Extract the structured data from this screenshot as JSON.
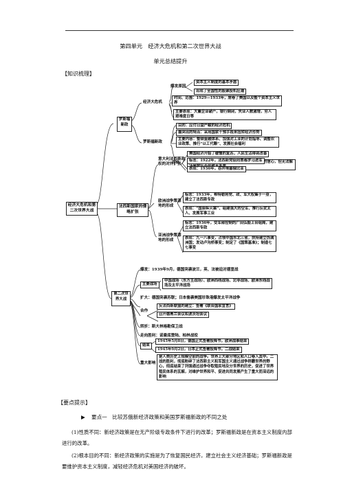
{
  "header": {
    "unit_title": "第四单元　经济大危机和第二次世界大战",
    "sub_title": "单元总结提升"
  },
  "sections": {
    "knowledge": "【知识梳理】",
    "tips": "【要点提示】"
  },
  "map": {
    "root": "经济大危机和第二次世界大战",
    "b1": {
      "title": "罗斯福新政",
      "crisis": {
        "label": "经济大危机",
        "cause_label": "爆发原因",
        "cause_1": "资本主义制度的基本矛盾",
        "cause_2": "出现了全国性的股票投机狂潮",
        "time": "时间、范围：1929—1933年，席卷了美国以及整个资本主义世界",
        "perf": "主要表现：大量企业破产，银行倒闭，失业人数激增，穷人艰难度日等"
      },
      "newdeal": {
        "label": "罗斯福新政",
        "goal": "目的：应付日益严峻的经济危机",
        "feature": "最突出的特点：采用国家干预手段来扭转经济形势",
        "content": "主要内容：整顿金融体系、加强对工业的计划指导、调整农业政策、推行“以工代赈”、发展社会福利",
        "eval_label": "评价",
        "eval_1": "美国经济开始了缓慢的复苏，人民生活得到改善",
        "eval_2": "增强了政府的宏观调控能力，恢复了美国人民的信心，但无法解决美国社会的根本矛盾"
      }
    },
    "b2": {
      "title": "法西斯国家的侵略扩张",
      "deguo": {
        "label": "意大利法西斯政权的对外扩张",
        "i1": "标志：1922年，法西斯党徒向首都罗马进军",
        "i2": "表现：1936年，吞并埃塞俄比亚"
      },
      "ouzhou": {
        "label": "欧洲战争策源地的形成",
        "i1": "标志：1933年，希特勒将党、政、军大权集于一身，建立了法西斯专政",
        "i2": "表现：“国会纵火案”、组建强大的空军、推行反犹太人、发展军事工业"
      },
      "yazhou": {
        "label": "亚洲战争策源地的形成",
        "i1": "标志：1936年，受军部控制的广田弘毅上台组阁，建立法西斯专政",
        "i2": "表现：九一八事变，占领中国东北三省，扶持建立伪满洲国；发动卢沟桥事变；制定了《国策基准》；制造七七事变"
      }
    },
    "b3": {
      "title": "第二次世界大战",
      "outbreak": "爆发：1939年9月，德国突袭波兰，英、法被迫对德宣战",
      "main_label": "主要战场",
      "main_1": "中国战场（东方主战场）、欧洲西线战场、北非战场、欧洲东线战场及太平洋战场",
      "expand": "扩大：德国突袭苏联；日本偷袭美国珍珠港爆发太平洋战争",
      "coop_label": "合作",
      "coop_1": "反法西斯联盟的建立：签署《联合国家宣言》",
      "coop_2": "召开德黑兰会议和波茨坦会议",
      "turn": "转折：斯大林格勒保卫战",
      "victory": "走向胜利：诺曼底登陆、柏林战役",
      "end_label": "结束",
      "end_1": "1945年5月8日，德国正式签署投降书，欧洲战事结束",
      "end_2": "1945年9月2日，日本正式签署投降书，二战结束",
      "impact_label": "重大影响",
      "impact": "是人类历史上规模空前的战争。世界上大部分地区和人口卷入其中。二战的胜利，彻底粉碎了法西斯主义和军国主义通过战争称霸世界的野心，彻底结束了列强通过战争夺取殖民地及分世界的历史，促进了世界殖民体系的瓦解，对维护世界和平、促进共同发展产生了重大而深远的影响"
    }
  },
  "tips": {
    "bullet": "▶",
    "point_title": "要点一　比较苏俄新经济政策和美国罗斯福新政的不同之处",
    "p1": "(1)性质不同：新经济政策是在无产阶级专政条件下进行的改革；罗斯福新政是在资本主义制度内部进行的改革。",
    "p2": "(2)根本目的不同：新经济政策的实施是为了恢复国民经济，建立社会主义经济基础；罗斯福新政是要维护资本主义制度，减轻经济危机对美国经济的破坏。"
  }
}
